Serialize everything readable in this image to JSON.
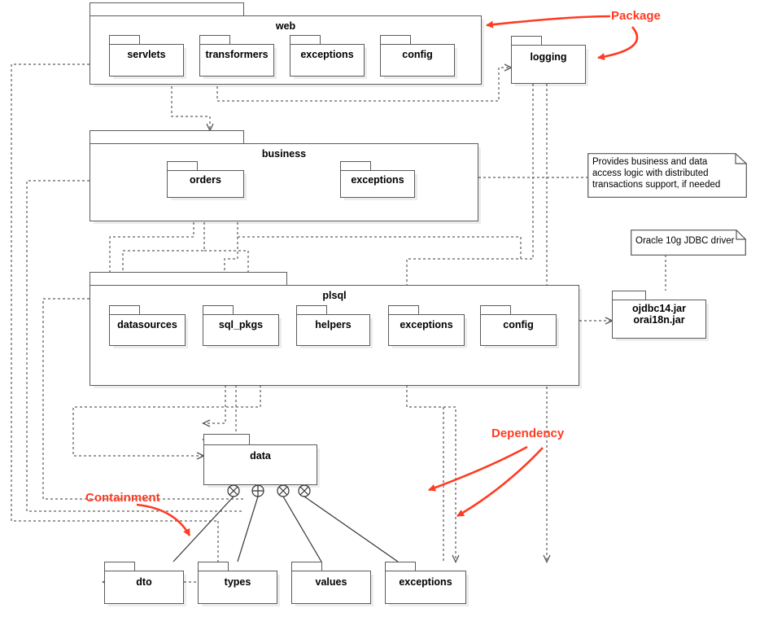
{
  "diagram": {
    "title": "UML package dependency diagram",
    "stroke_color": "#5b5b5b",
    "annotation_color": "#ff3b21",
    "dashed_color": "#7a7a7a"
  },
  "packages": {
    "web": {
      "label": "web",
      "children": [
        {
          "label": "servlets"
        },
        {
          "label": "transformers"
        },
        {
          "label": "exceptions"
        },
        {
          "label": "config"
        }
      ]
    },
    "business": {
      "label": "business",
      "children": [
        {
          "label": "orders"
        },
        {
          "label": "exceptions"
        }
      ]
    },
    "plsql": {
      "label": "plsql",
      "children": [
        {
          "label": "datasources"
        },
        {
          "label": "sql_pkgs"
        },
        {
          "label": "helpers"
        },
        {
          "label": "exceptions"
        },
        {
          "label": "config"
        }
      ]
    },
    "logging": {
      "label": "logging"
    },
    "data": {
      "label": "data"
    },
    "jars": {
      "label": "ojdbc14.jar\norai18n.jar",
      "line1": "ojdbc14.jar",
      "line2": "orai18n.jar"
    },
    "bottom": [
      {
        "label": "dto"
      },
      {
        "label": "types"
      },
      {
        "label": "values"
      },
      {
        "label": "exceptions"
      }
    ]
  },
  "notes": [
    {
      "id": "business-note",
      "text": "Provides business and data access logic with distributed transactions support, if needed"
    },
    {
      "id": "jdbc-note",
      "text": "Oracle 10g JDBC driver"
    }
  ],
  "annotations": [
    {
      "id": "package-annotation",
      "label": "Package"
    },
    {
      "id": "dependency-annotation",
      "label": "Dependency"
    },
    {
      "id": "containment-annotation",
      "label": "Containment"
    }
  ]
}
